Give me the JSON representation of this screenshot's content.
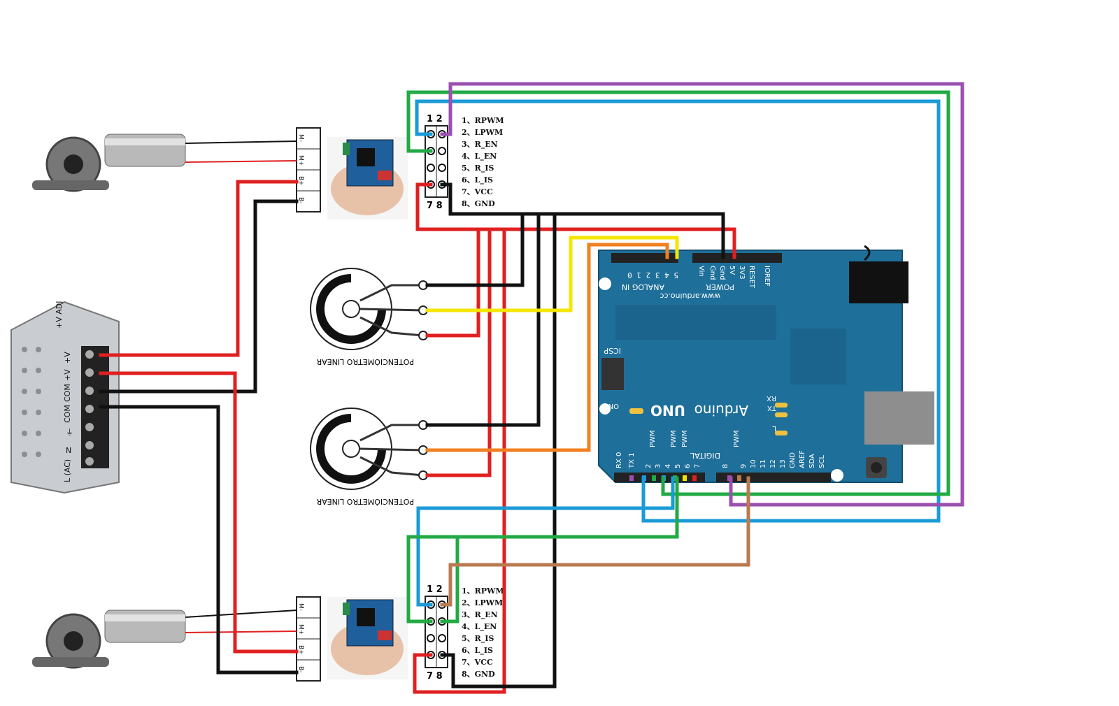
{
  "driver_pins": {
    "header_top": "1 2",
    "header_bottom": "7 8",
    "items": [
      "1、RPWM",
      "2、LPWM",
      "3、R_EN",
      "4、L_EN",
      "5、R_IS",
      "6、L_IS",
      "7、VCC",
      "8、GND"
    ]
  },
  "motor_terminals": [
    "M-",
    "M+",
    "B+",
    "B-"
  ],
  "psu_labels": [
    "+V ADJ",
    "+V",
    "+V",
    "COM",
    "COM",
    "⏚",
    "N",
    "L (AC)"
  ],
  "potentiometer_label": "POTENCIÓMETRO LINEAR",
  "arduino": {
    "brand": "Arduino",
    "model": "UNO",
    "url": "www.arduino.cc",
    "analog_in": "ANALOG IN",
    "analog_pins": "5 4 3 2 1 0",
    "power": "POWER",
    "power_pins": [
      "Vin",
      "Gnd",
      "Gnd",
      "5V",
      "3V3",
      "RESET",
      "IOREF"
    ],
    "icsp": "ICSP",
    "on": "ON",
    "tx": "TX",
    "rx": "RX",
    "l": "L",
    "digital": "DIGITAL",
    "pwm": "PWM",
    "digital_labels": [
      "SCL",
      "SDA",
      "AREF",
      "GND",
      "13",
      "12",
      "11",
      "10",
      "9",
      "8",
      "7",
      "6",
      "5",
      "4",
      "3",
      "2",
      "TX 1",
      "RX 0"
    ]
  },
  "colors": {
    "red": "#e02020",
    "black": "#111111",
    "blue": "#1a9ad6",
    "green": "#22aa44",
    "purple": "#9b4fb0",
    "yellow": "#f5e600",
    "orange": "#f08020",
    "brown": "#b97a50",
    "board": "#1e6f9a"
  }
}
